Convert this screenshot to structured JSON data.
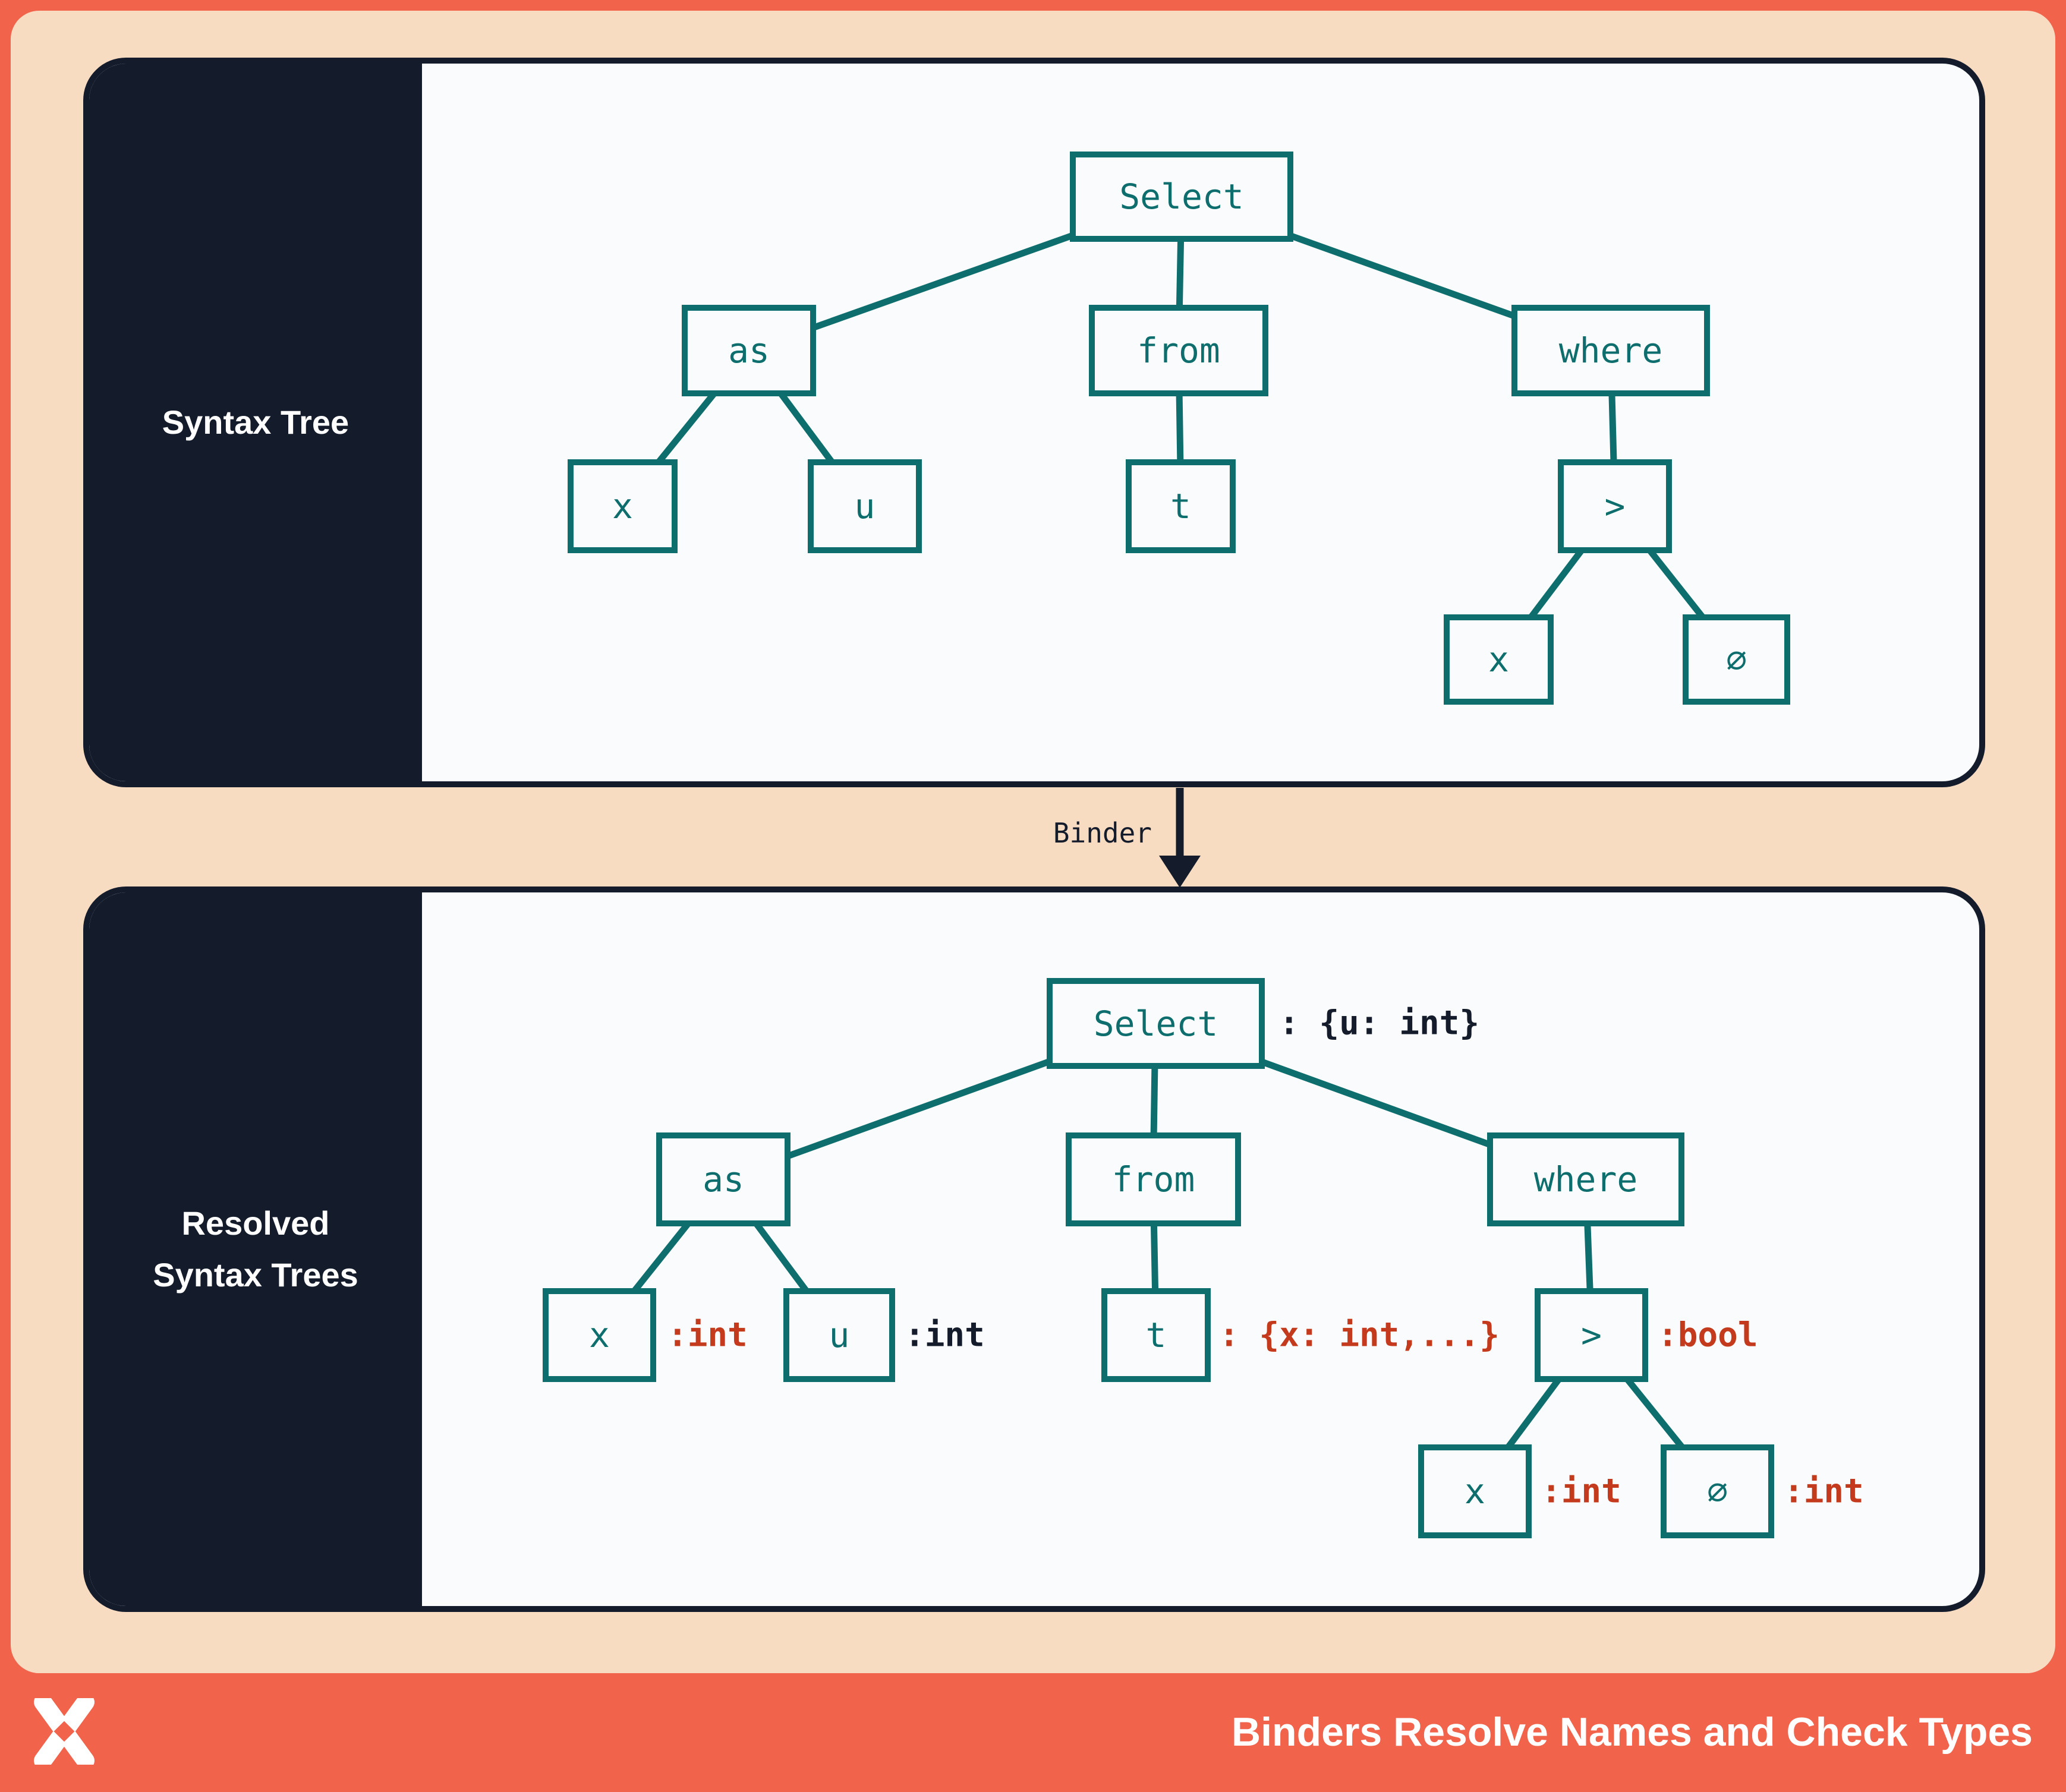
{
  "banner": {
    "title": "Binders Resolve Names and Check Types",
    "logo": "x-logo",
    "color": "#F2634C"
  },
  "binder": {
    "label": "Binder"
  },
  "colors": {
    "teal": "#0E6E6E",
    "navy": "#141B2B",
    "peach": "#F8DCC2",
    "coral": "#F2634C",
    "panel_bg": "#FAFBFC",
    "type_red": "#C43A1D"
  },
  "panels": [
    {
      "title": "Syntax Tree",
      "title_lines": [
        "Syntax Tree"
      ],
      "nodes": [
        {
          "id": "select",
          "label": "Select"
        },
        {
          "id": "as",
          "label": "as"
        },
        {
          "id": "from",
          "label": "from"
        },
        {
          "id": "where",
          "label": "where"
        },
        {
          "id": "x-left",
          "label": "x"
        },
        {
          "id": "u",
          "label": "u"
        },
        {
          "id": "t",
          "label": "t"
        },
        {
          "id": "gt",
          "label": ">"
        },
        {
          "id": "x-right",
          "label": "x"
        },
        {
          "id": "zero",
          "label": "∅"
        }
      ]
    },
    {
      "title": "Resolved Syntax Trees",
      "title_lines": [
        "Resolved",
        "Syntax Trees"
      ],
      "nodes": [
        {
          "id": "select",
          "label": "Select",
          "annotation": {
            "text": ": {u: int}",
            "color": "navy"
          }
        },
        {
          "id": "as",
          "label": "as"
        },
        {
          "id": "from",
          "label": "from"
        },
        {
          "id": "where",
          "label": "where"
        },
        {
          "id": "x-left",
          "label": "x",
          "annotation": {
            "text": ":int",
            "color": "red"
          }
        },
        {
          "id": "u",
          "label": "u",
          "annotation": {
            "text": ":int",
            "color": "navy"
          }
        },
        {
          "id": "t",
          "label": "t",
          "annotation": {
            "text": ": {x: int,...}",
            "color": "red"
          }
        },
        {
          "id": "gt",
          "label": ">",
          "annotation": {
            "text": ":bool",
            "color": "red"
          }
        },
        {
          "id": "x-right",
          "label": "x",
          "annotation": {
            "text": ":int",
            "color": "red"
          }
        },
        {
          "id": "zero",
          "label": "∅",
          "annotation": {
            "text": ":int",
            "color": "red"
          }
        }
      ]
    }
  ]
}
